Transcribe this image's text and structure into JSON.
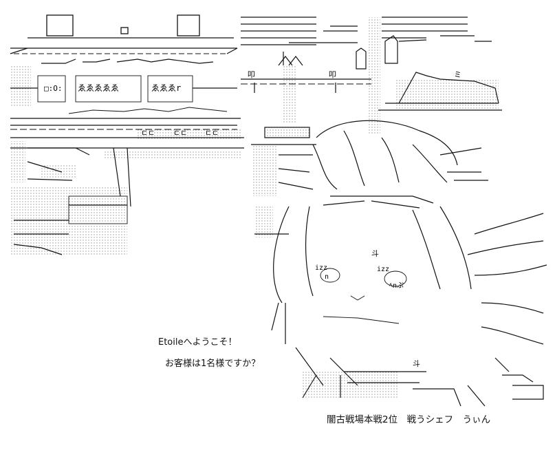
{
  "greeting_line_1": "Etoileへようこそ！",
  "greeting_line_2": "お客様は1名様ですか？",
  "caption": "闇古戦場本戦2位　戦うシェフ　うぃん",
  "art_inline_labels": {
    "shop_sign": "ゑゑゑゑゑ",
    "shop_sign_2": "ゑゑゑr",
    "shop_token": "□:O:",
    "mid_label_1": "izz",
    "mid_label_2": "izz",
    "face_mark": "n",
    "face_mark_2": "ﾍnぷ",
    "cups": "ㄷㄷ",
    "side_mark": "ミ",
    "side_mark_2": "斗",
    "bottom_mark": "斗"
  },
  "colors": {
    "ink": "#111111",
    "paper": "#ffffff"
  }
}
